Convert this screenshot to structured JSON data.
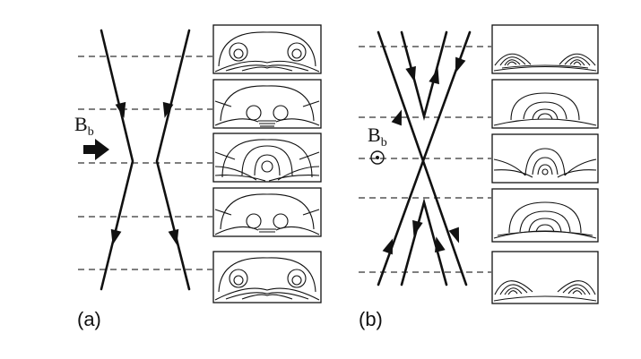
{
  "panels": [
    {
      "id": "a",
      "label": "(a)",
      "field_label": "B",
      "field_subscript": "b",
      "field_symbol": "arrow-right-icon"
    },
    {
      "id": "b",
      "label": "(b)",
      "field_label": "B",
      "field_subscript": "b",
      "field_symbol": "dot-in-circle-icon"
    }
  ]
}
